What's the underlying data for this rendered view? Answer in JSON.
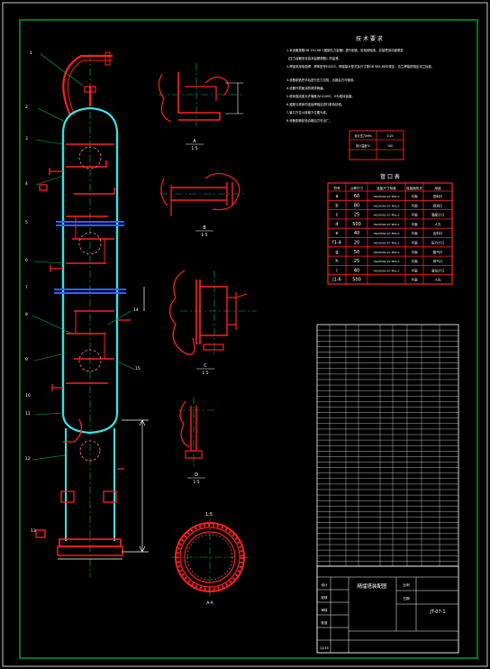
{
  "tech_requirements": {
    "title": "技 术 要 求",
    "lines": [
      "1.本设备按照GB 150-98《钢制压力容器》进行制造、检验和验收，并接受劳动部颁发",
      "《压力容器安全技术监察规程》的监督。",
      "2.焊接采用电弧焊，焊条型号E4303，焊接接头型式及尺寸按GB 985-88中规定，法兰焊接按相应法兰标准。",
      "3.设备制造完毕后进行压力试验，合格后方可使用。",
      "4.设备外表面涂防锈漆两遍。",
      "5.塔体直线度允许偏差为H/1000，H为塔体高度。",
      "6.裙座与塔体的连接焊缝应进行着色检验。",
      "7.管口方位以接管方位图为准。",
      "8.设备制造检验合格后方可出厂。"
    ],
    "small_table": {
      "rows": [
        [
          "设计压力MPa",
          "0.25"
        ],
        [
          "设计温度℃",
          "100"
        ],
        [
          "",
          ""
        ]
      ]
    }
  },
  "nozzle_table": {
    "title": "管 口 表",
    "headers": [
      "符号",
      "公称尺寸",
      "连接尺寸标准",
      "连接面形式",
      "用途"
    ],
    "rows": [
      {
        "sym": "a",
        "dn": "60",
        "std": "HG20592-97 PN1.0",
        "face": "平面",
        "use": "进料口"
      },
      {
        "sym": "b",
        "dn": "80",
        "std": "HG20592-97 PN1.0",
        "face": "平面",
        "use": "回流口"
      },
      {
        "sym": "c",
        "dn": "25",
        "std": "HG20592-97 PN1.0",
        "face": "平面",
        "use": "温度计口"
      },
      {
        "sym": "d",
        "dn": "500",
        "std": "HG20592-97 PN1.0",
        "face": "平面",
        "use": "人孔"
      },
      {
        "sym": "e",
        "dn": "40",
        "std": "HG20592-97 PN1.0",
        "face": "平面",
        "use": "出料口"
      },
      {
        "sym": "f1-4",
        "dn": "20",
        "std": "HG20592-97 PN1.0",
        "face": "平面",
        "use": "压力计口"
      },
      {
        "sym": "g",
        "dn": "50",
        "std": "HG20592-97 PN1.0",
        "face": "平面",
        "use": "蒸汽口"
      },
      {
        "sym": "h",
        "dn": "25",
        "std": "HG20592-97 PN1.0",
        "face": "平面",
        "use": "排气口"
      },
      {
        "sym": "i",
        "dn": "40",
        "std": "HG20592-97 PN1.0",
        "face": "平面",
        "use": "液位计口"
      },
      {
        "sym": "j1-6",
        "dn": "500",
        "std": "",
        "face": "平面",
        "use": "人孔"
      }
    ]
  },
  "detail_labels": {
    "d1": {
      "name": "A",
      "scale": "1:5"
    },
    "d2": {
      "name": "B",
      "scale": "1:5"
    },
    "d3": {
      "name": "C",
      "scale": "1:5"
    },
    "d4": {
      "name": "D",
      "scale": "1:5"
    },
    "section": {
      "top": "1:5",
      "bottom": "A-A"
    }
  },
  "title_block": {
    "drawing_name": "精馏塔装配图",
    "drawing_no": "JT-07-1",
    "material": "Q235",
    "cells": [
      "设计",
      "校核",
      "审核",
      "批准",
      "比例",
      "日期"
    ]
  }
}
